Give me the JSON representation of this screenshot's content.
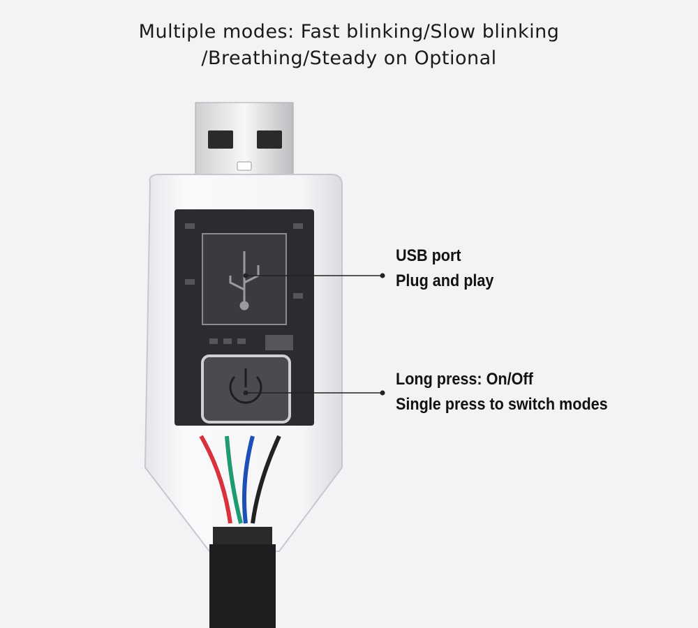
{
  "title": {
    "line1": "Multiple modes: Fast blinking/Slow blinking",
    "line2": "/Breathing/Steady on Optional"
  },
  "callouts": {
    "usb_port": {
      "line1": "USB port",
      "line2": "Plug and play"
    },
    "button": {
      "line1": "Long press: On/Off",
      "line2": "Single press to switch modes"
    }
  },
  "colors": {
    "background": "#f3f3f5",
    "wire_red": "#d8323c",
    "wire_green": "#1f9a72",
    "wire_blue": "#1d4fb8",
    "wire_black": "#222222"
  }
}
